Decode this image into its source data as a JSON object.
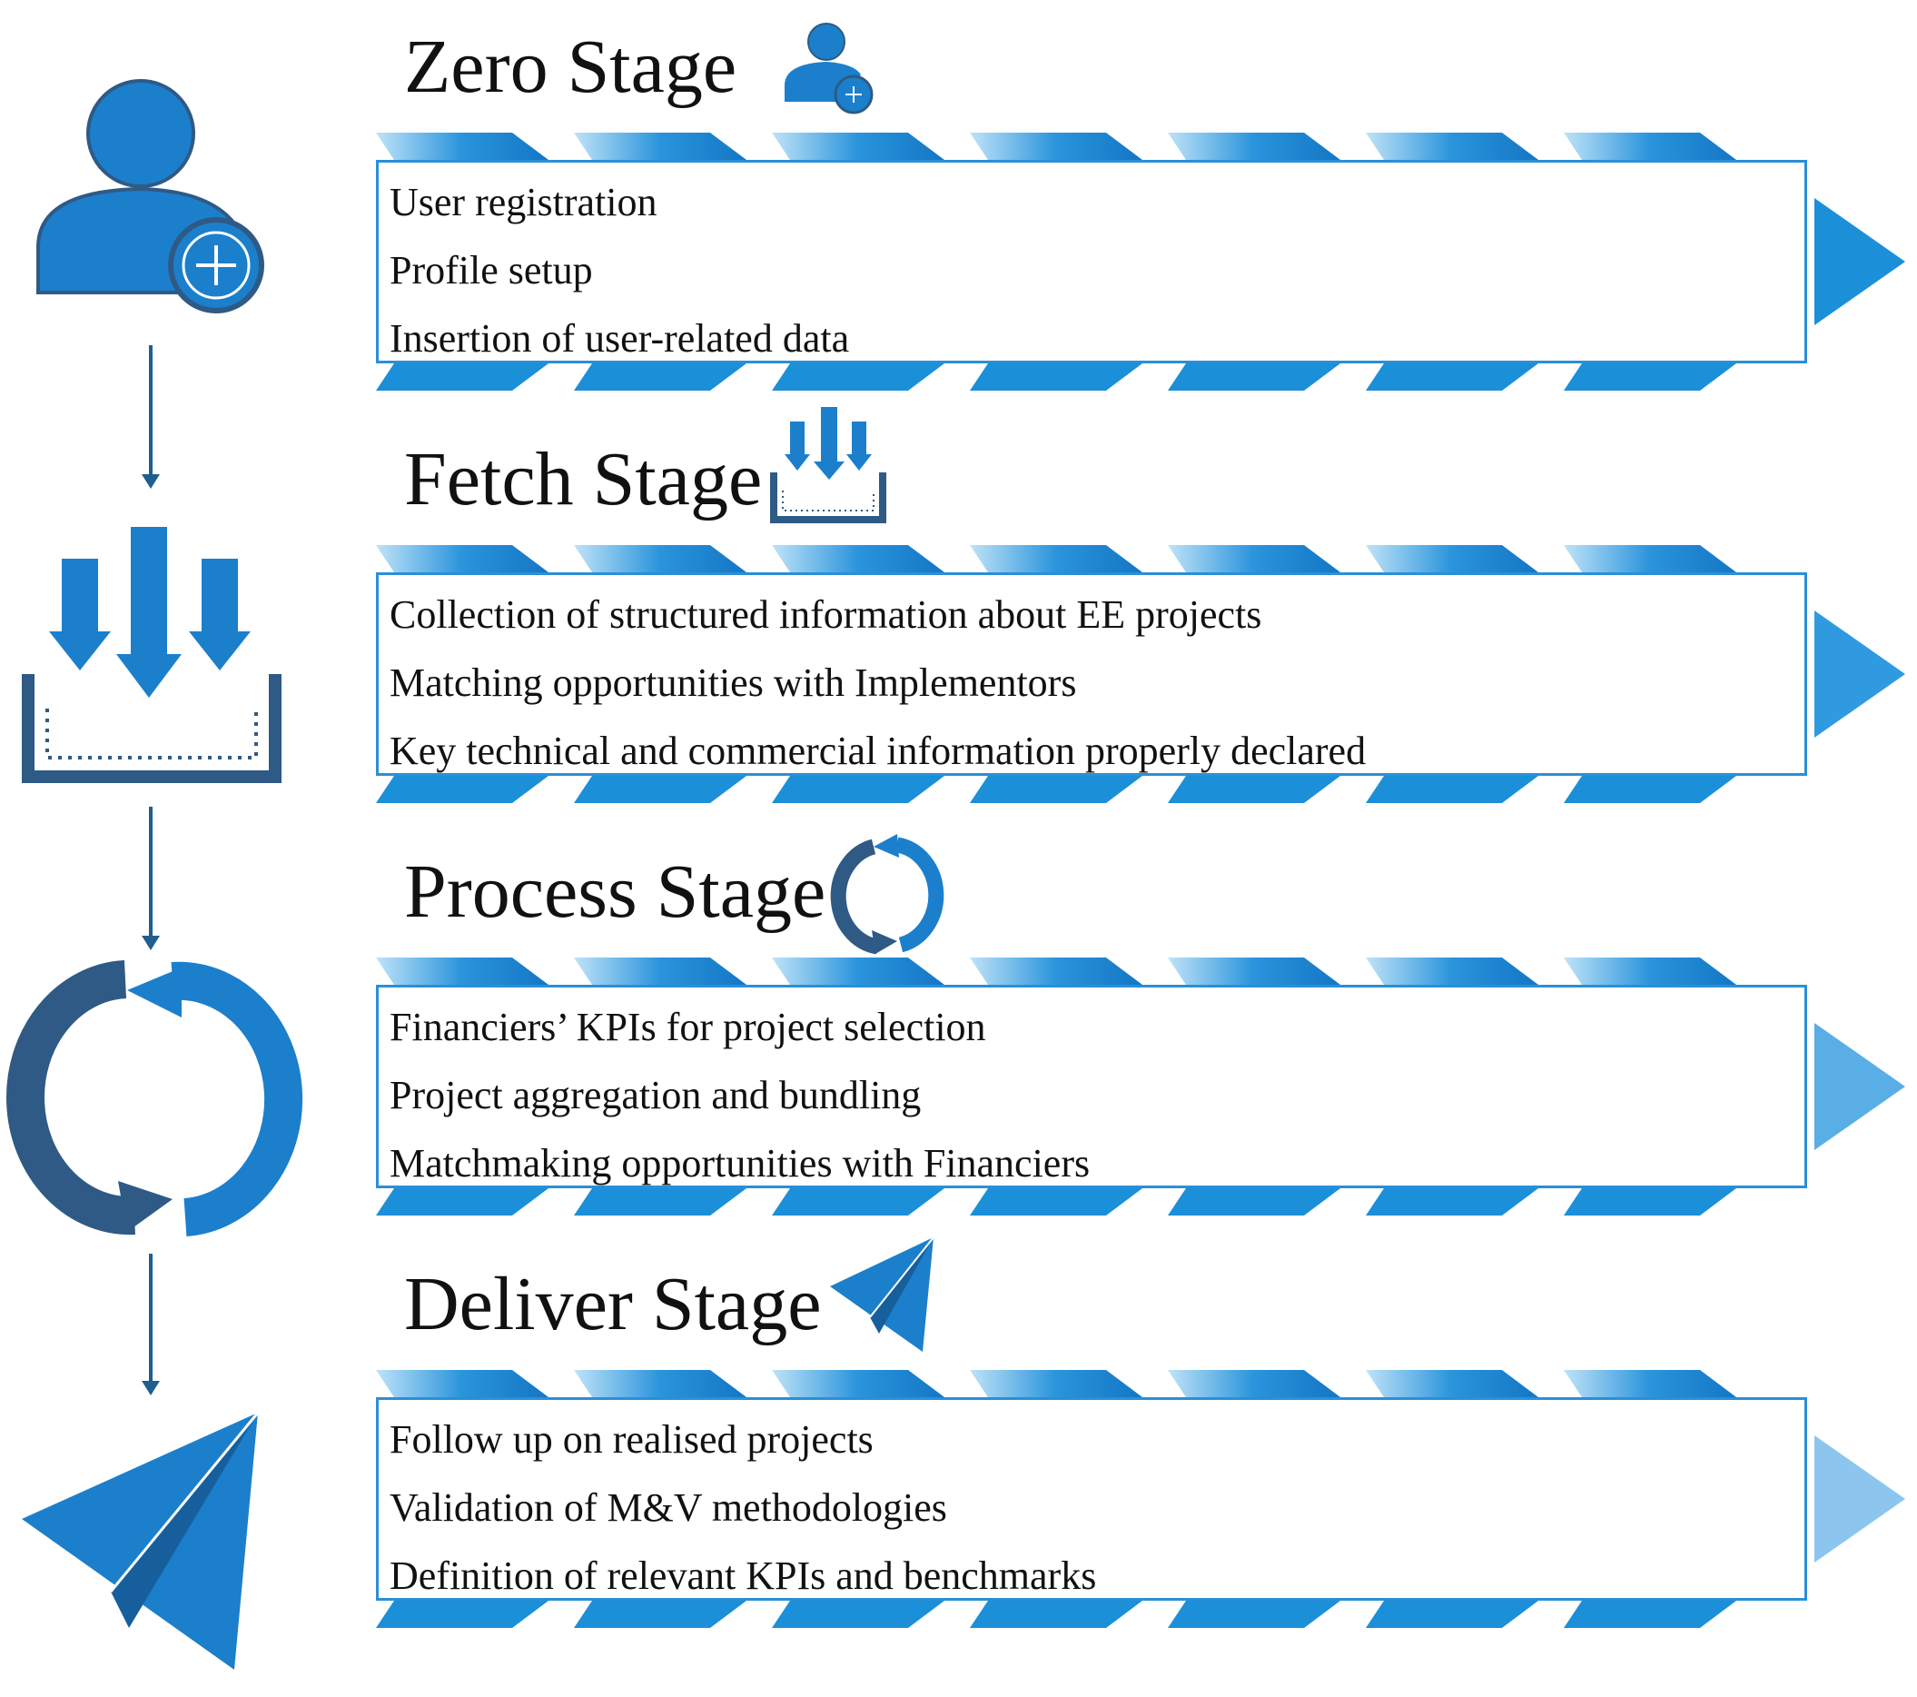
{
  "diagram": {
    "stages": [
      {
        "title": "Zero Stage",
        "icon": "add-user-icon",
        "items": [
          "User registration",
          "Profile setup",
          "Insertion of user-related data"
        ]
      },
      {
        "title": "Fetch Stage",
        "icon": "fetch-download-icon",
        "items": [
          "Collection of structured information about EE projects",
          "Matching opportunities with Implementors",
          "Key technical and commercial information properly declared"
        ]
      },
      {
        "title": "Process Stage",
        "icon": "process-cycle-icon",
        "items": [
          "Financiers’ KPIs for project selection",
          "Project aggregation and bundling",
          "Matchmaking opportunities with Financiers"
        ]
      },
      {
        "title": "Deliver Stage",
        "icon": "paper-plane-icon",
        "items": [
          "Follow up on realised projects",
          "Validation of M&V methodologies",
          "Definition of relevant KPIs and benchmarks"
        ]
      }
    ],
    "colors": {
      "primary_blue": "#1b7fcc",
      "dark_blue": "#2e5a85",
      "arrow_blues": [
        "#1b8fd8",
        "#2f9ae0",
        "#5aaee6",
        "#8cc6ee"
      ],
      "connector": "#1f5f8f"
    }
  }
}
